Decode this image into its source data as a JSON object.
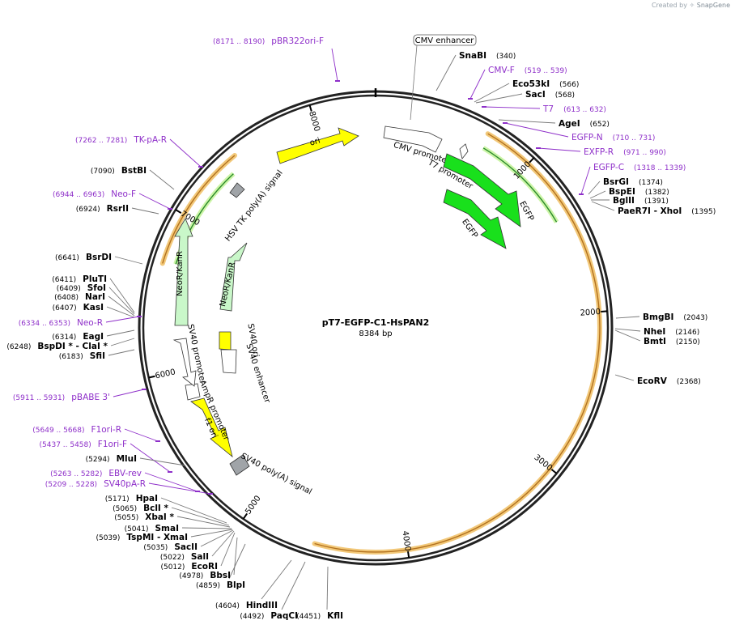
{
  "credit": {
    "prefix": "Created by",
    "brand": "SnapGene"
  },
  "plasmid": {
    "name": "pT7-EGFP-C1-HsPAN2",
    "length_label": "8384 bp",
    "length": 8384
  },
  "colors": {
    "backbone": "#222222",
    "primer": "#8e2fc9",
    "site": "#000000",
    "tick_line": "#777777",
    "ori": "#ffff00",
    "egfp": "#19e01c",
    "neo": "#c9f7c9",
    "promoter": "#ffffff",
    "polyA": "#a0a4a8",
    "orf_arc": "#f2c879",
    "orf_line": "#b2711e",
    "green_line": "#2a8a2a"
  },
  "ticks": [
    {
      "bp": 1000,
      "label": "1000"
    },
    {
      "bp": 2000,
      "label": "2000"
    },
    {
      "bp": 3000,
      "label": "3000"
    },
    {
      "bp": 4000,
      "label": "4000"
    },
    {
      "bp": 5000,
      "label": "5000"
    },
    {
      "bp": 6000,
      "label": "6000"
    },
    {
      "bp": 7000,
      "label": "7000"
    },
    {
      "bp": 8000,
      "label": "8000"
    }
  ],
  "features": [
    {
      "name": "CMV enhancer",
      "label": "CMV enhancer",
      "kind": "box-label"
    },
    {
      "name": "CMV promoter",
      "label": "CMV promoter",
      "kind": "promoter"
    },
    {
      "name": "T7 promoter",
      "label": "T7 promoter",
      "kind": "promoter"
    },
    {
      "name": "EGFP",
      "label": "EGFP",
      "kind": "egfp"
    },
    {
      "name": "EGFP-2",
      "label": "EGFP",
      "kind": "egfp"
    },
    {
      "name": "SV40 poly(A) signal",
      "label": "SV40 poly(A) signal",
      "kind": "polyA"
    },
    {
      "name": "f1 ori",
      "label": "f1 ori",
      "kind": "ori"
    },
    {
      "name": "AmpR promoter",
      "label": "AmpR promoter",
      "kind": "promoter"
    },
    {
      "name": "SV40 promoter",
      "label": "SV40 promoter",
      "kind": "promoter"
    },
    {
      "name": "SV40 ori",
      "label": "SV40 ori",
      "kind": "ori"
    },
    {
      "name": "SV40 enhancer",
      "label": "SV40 enhancer",
      "kind": "promoter"
    },
    {
      "name": "NeoR/KanR",
      "label": "NeoR/KanR",
      "kind": "neo"
    },
    {
      "name": "NeoR/KanR-2",
      "label": "NeoR/KanR",
      "kind": "neo"
    },
    {
      "name": "HSV TK poly(A) signal",
      "label": "HSV TK poly(A) signal",
      "kind": "polyA"
    },
    {
      "name": "ori",
      "label": "ori",
      "kind": "ori"
    }
  ],
  "right_labels": [
    {
      "type": "site",
      "name": "SnaBI",
      "pos": "(340)"
    },
    {
      "type": "primer",
      "name": "CMV-F",
      "pos": "(519 .. 539)"
    },
    {
      "type": "site",
      "name": "Eco53kI",
      "pos": "(566)"
    },
    {
      "type": "site",
      "name": "SacI",
      "pos": "(568)"
    },
    {
      "type": "primer",
      "name": "T7",
      "pos": "(613 .. 632)"
    },
    {
      "type": "site",
      "name": "AgeI",
      "pos": "(652)"
    },
    {
      "type": "primer",
      "name": "EGFP-N",
      "pos": "(710 .. 731)"
    },
    {
      "type": "primer",
      "name": "EXFP-R",
      "pos": "(971 .. 990)"
    },
    {
      "type": "primer",
      "name": "EGFP-C",
      "pos": "(1318 .. 1339)"
    },
    {
      "type": "site",
      "name": "BsrGI",
      "pos": "(1374)"
    },
    {
      "type": "site",
      "name": "BspEI",
      "pos": "(1382)"
    },
    {
      "type": "site",
      "name": "BglII",
      "pos": "(1391)"
    },
    {
      "type": "site",
      "name": "PaeR7I  - XhoI",
      "pos": "(1395)"
    },
    {
      "type": "site",
      "name": "BmgBI",
      "pos": "(2043)"
    },
    {
      "type": "site",
      "name": "NheI",
      "pos": "(2146)"
    },
    {
      "type": "site",
      "name": "BmtI",
      "pos": "(2150)"
    },
    {
      "type": "site",
      "name": "EcoRV",
      "pos": "(2368)"
    }
  ],
  "left_labels": [
    {
      "type": "primer",
      "name": "pBR322ori-F",
      "pos": "(8171 .. 8190)"
    },
    {
      "type": "primer",
      "name": "TK-pA-R",
      "pos": "(7262 .. 7281)"
    },
    {
      "type": "site",
      "name": "BstBI",
      "pos": "(7090)"
    },
    {
      "type": "primer",
      "name": "Neo-F",
      "pos": "(6944 .. 6963)"
    },
    {
      "type": "site",
      "name": "RsrII",
      "pos": "(6924)"
    },
    {
      "type": "site",
      "name": "BsrDI",
      "pos": "(6641)"
    },
    {
      "type": "site",
      "name": "PluTI",
      "pos": "(6411)"
    },
    {
      "type": "site",
      "name": "SfoI",
      "pos": "(6409)"
    },
    {
      "type": "site",
      "name": "NarI",
      "pos": "(6408)"
    },
    {
      "type": "site",
      "name": "KasI",
      "pos": "(6407)"
    },
    {
      "type": "primer",
      "name": "Neo-R",
      "pos": "(6334 .. 6353)"
    },
    {
      "type": "site",
      "name": "EagI",
      "pos": "(6314)"
    },
    {
      "type": "site",
      "name": "BspDI *  - ClaI *",
      "pos": "(6248)"
    },
    {
      "type": "site",
      "name": "SfiI",
      "pos": "(6183)"
    },
    {
      "type": "primer",
      "name": "pBABE 3'",
      "pos": "(5911 .. 5931)"
    },
    {
      "type": "primer",
      "name": "F1ori-R",
      "pos": "(5649 .. 5668)"
    },
    {
      "type": "primer",
      "name": "F1ori-F",
      "pos": "(5437 .. 5458)"
    },
    {
      "type": "site",
      "name": "MluI",
      "pos": "(5294)"
    },
    {
      "type": "primer",
      "name": "EBV-rev",
      "pos": "(5263 .. 5282)"
    },
    {
      "type": "primer",
      "name": "SV40pA-R",
      "pos": "(5209 .. 5228)"
    },
    {
      "type": "site",
      "name": "HpaI",
      "pos": "(5171)"
    },
    {
      "type": "site",
      "name": "BclI *",
      "pos": "(5065)"
    },
    {
      "type": "site",
      "name": "XbaI *",
      "pos": "(5055)"
    },
    {
      "type": "site",
      "name": "SmaI",
      "pos": "(5041)"
    },
    {
      "type": "site",
      "name": "TspMI  - XmaI",
      "pos": "(5039)"
    },
    {
      "type": "site",
      "name": "SacII",
      "pos": "(5035)"
    },
    {
      "type": "site",
      "name": "SalI",
      "pos": "(5022)"
    },
    {
      "type": "site",
      "name": "EcoRI",
      "pos": "(5012)"
    },
    {
      "type": "site",
      "name": "BbsI",
      "pos": "(4978)"
    },
    {
      "type": "site",
      "name": "BlpI",
      "pos": "(4859)"
    },
    {
      "type": "site",
      "name": "HindIII",
      "pos": "(4604)"
    },
    {
      "type": "site",
      "name": "PaqCI",
      "pos": "(4492)"
    },
    {
      "type": "site",
      "name": "KflI",
      "pos": "(4451)"
    }
  ]
}
